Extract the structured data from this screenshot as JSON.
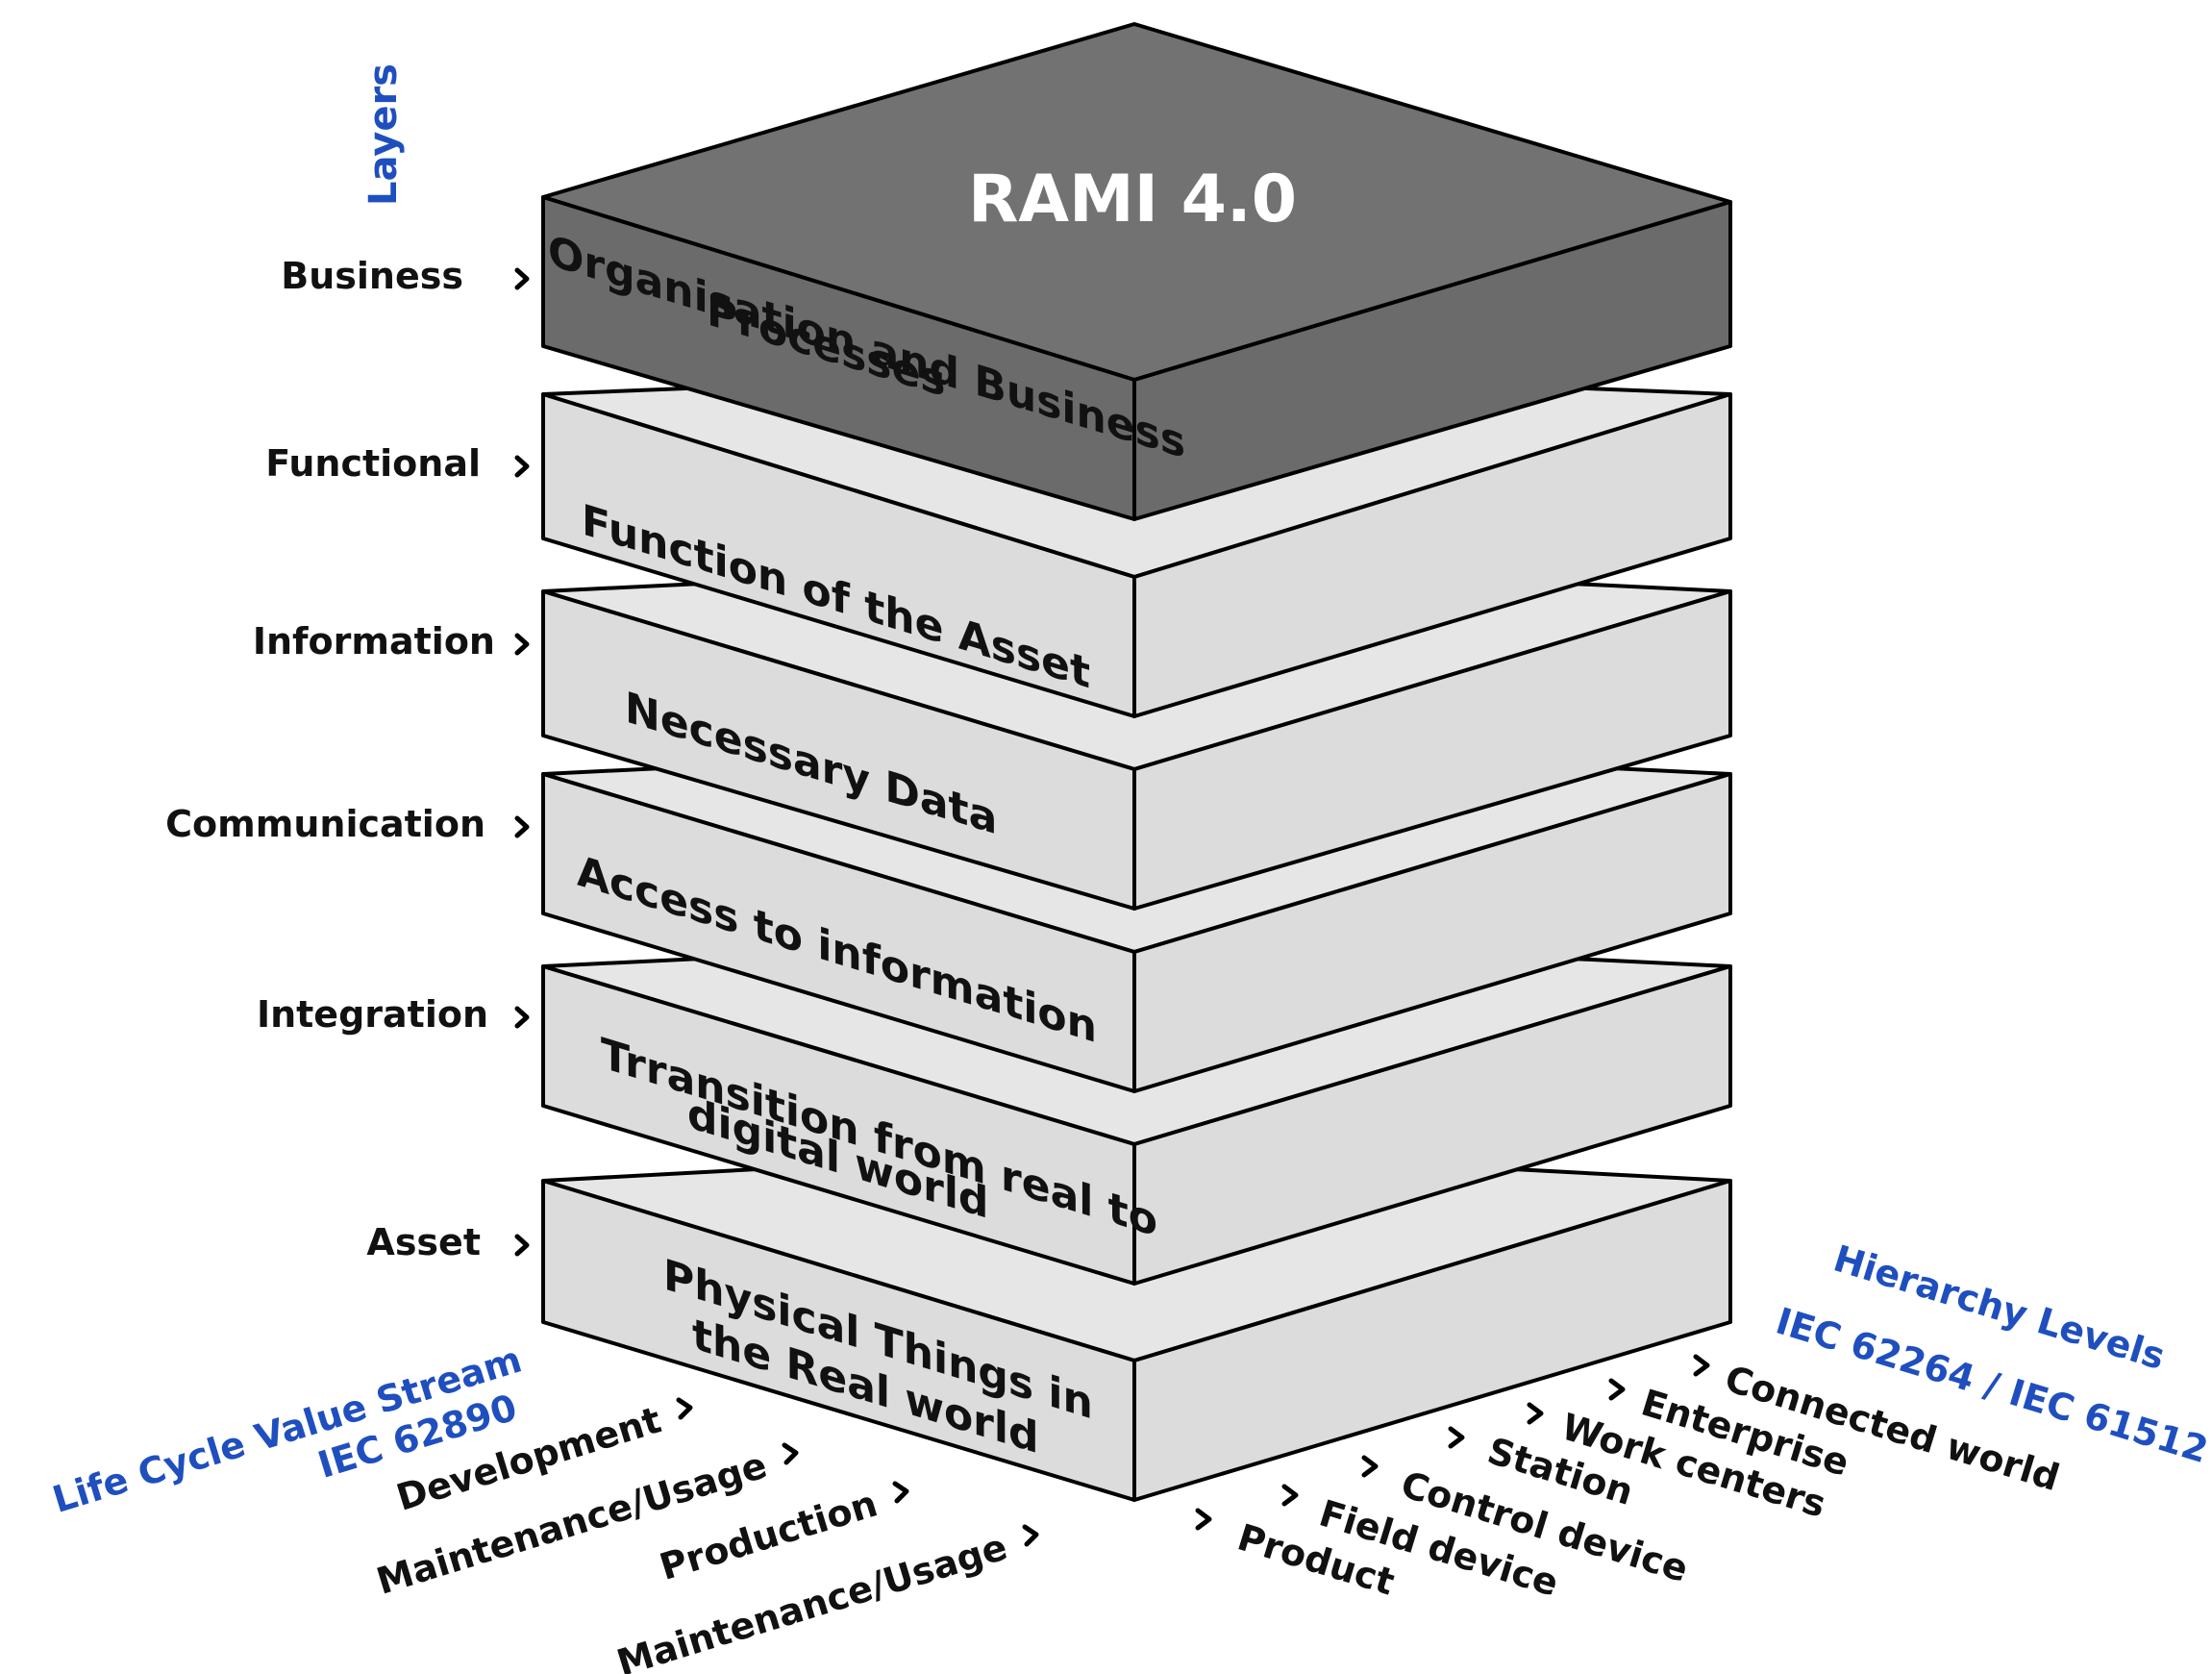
{
  "title": "RAMI 4.0",
  "layers_heading": "Layers",
  "layers": [
    {
      "label": "Business",
      "description_lines": [
        "Organisation and Business",
        "Processes"
      ]
    },
    {
      "label": "Functional",
      "description_lines": [
        "Function of the Asset"
      ]
    },
    {
      "label": "Information",
      "description_lines": [
        "Necessary Data"
      ]
    },
    {
      "label": "Communication",
      "description_lines": [
        "Access to information"
      ]
    },
    {
      "label": "Integration",
      "description_lines": [
        "Trransition from real to",
        "digital world"
      ]
    },
    {
      "label": "Asset",
      "description_lines": [
        "Physical Things in",
        "the Real world"
      ]
    }
  ],
  "life_cycle": {
    "heading_lines": [
      "Life Cycle Value Stream",
      "IEC 62890"
    ],
    "items": [
      "Development",
      "Maintenance/Usage",
      "Production",
      "Maintenance/Usage"
    ]
  },
  "hierarchy": {
    "heading_lines": [
      "Hierarchy Levels",
      "IEC 62264 / IEC 61512"
    ],
    "items": [
      "Product",
      "Field device",
      "Control device",
      "Station",
      "Work centers",
      "Enterprise",
      "Connected world"
    ]
  },
  "colors": {
    "top_layer": "#6b6b6b",
    "layer": "#dcdcdc",
    "axis_heading": "#1f4fbf",
    "text": "#111111"
  }
}
